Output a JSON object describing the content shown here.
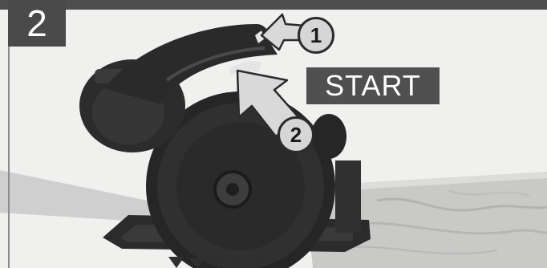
{
  "step": {
    "number": "2"
  },
  "start_label": "START",
  "callouts": [
    {
      "number": "1"
    },
    {
      "number": "2"
    }
  ],
  "colors": {
    "badge_bg": "#4a4a4a",
    "start_bg": "#505050",
    "saw_body": "#2a2a2a",
    "wood": "#c9c9c8",
    "arrow_fill": "#d9d9d9"
  }
}
